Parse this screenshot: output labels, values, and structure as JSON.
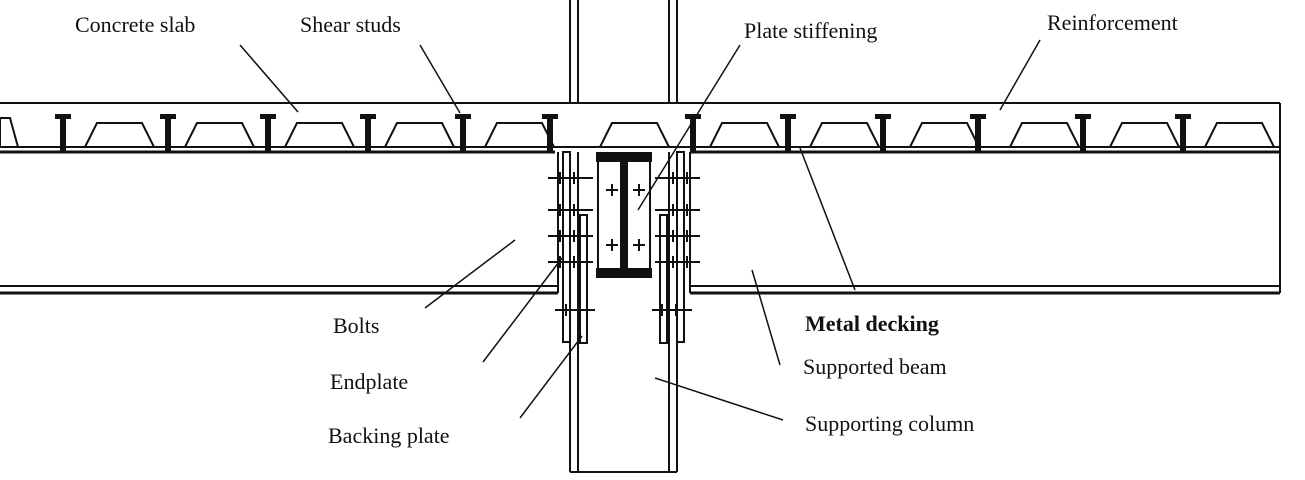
{
  "labels": {
    "concrete_slab": "Concrete slab",
    "shear_studs": "Shear studs",
    "plate_stiffening": "Plate stiffening",
    "reinforcement": "Reinforcement",
    "bolts": "Bolts",
    "endplate": "Endplate",
    "backing_plate": "Backing plate",
    "metal_decking": "Metal decking",
    "supported_beam": "Supported beam",
    "supporting_column": "Supporting column"
  },
  "colors": {
    "ink": "#111111",
    "background": "#ffffff"
  }
}
